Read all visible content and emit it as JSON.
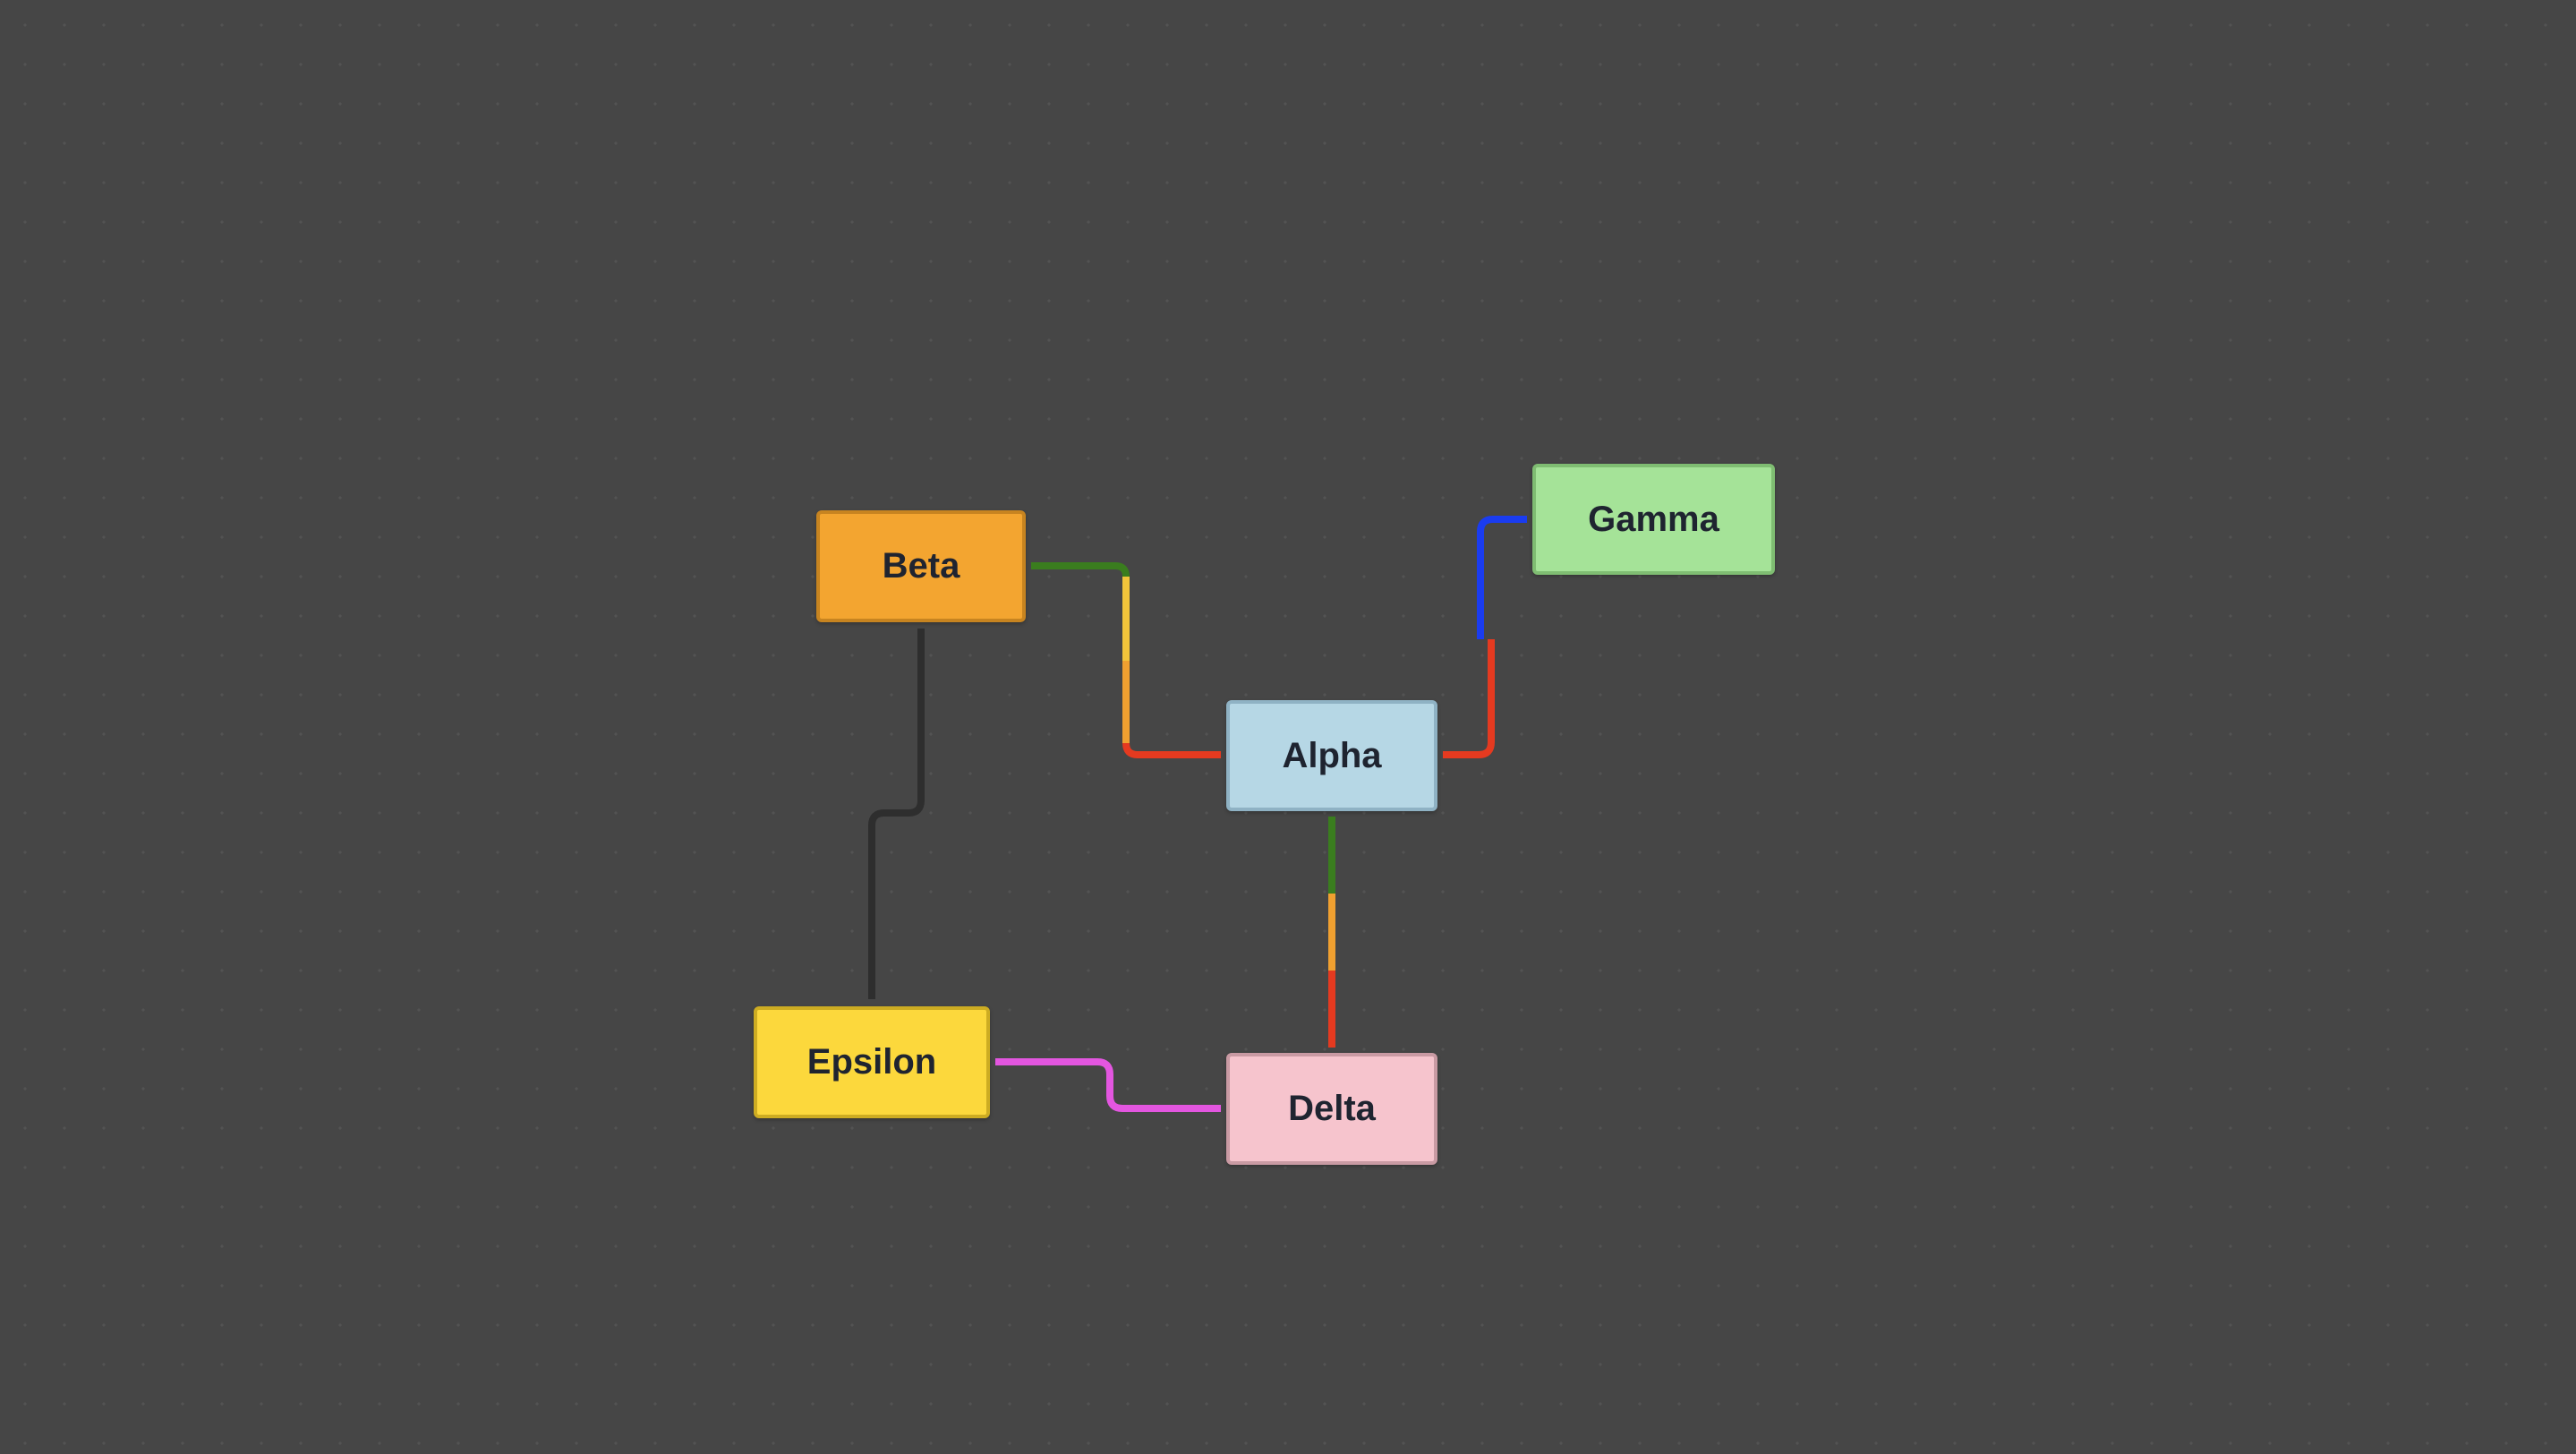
{
  "diagram": {
    "nodes": {
      "beta": "Beta",
      "alpha": "Alpha",
      "gamma": "Gamma",
      "epsilon": "Epsilon",
      "delta": "Delta"
    },
    "edges": [
      {
        "from": "Beta",
        "to": "Alpha",
        "colors": [
          "#3a7d1e",
          "#f2c53a",
          "#f0a030",
          "#e53a20"
        ]
      },
      {
        "from": "Alpha",
        "to": "Gamma",
        "colors": [
          "#e53a20",
          "#1a3cf0"
        ]
      },
      {
        "from": "Alpha",
        "to": "Delta",
        "colors": [
          "#3a7d1e",
          "#f0a030",
          "#e53a20"
        ]
      },
      {
        "from": "Beta",
        "to": "Epsilon",
        "colors": [
          "#2e2e2e"
        ]
      },
      {
        "from": "Epsilon",
        "to": "Delta",
        "colors": [
          "#e356e0"
        ]
      }
    ]
  },
  "colors": {
    "background": "#464646",
    "beta": "#f3a530",
    "alpha": "#b6d7e5",
    "gamma": "#a5e398",
    "epsilon": "#fcd83c",
    "delta": "#f6c4cd"
  }
}
